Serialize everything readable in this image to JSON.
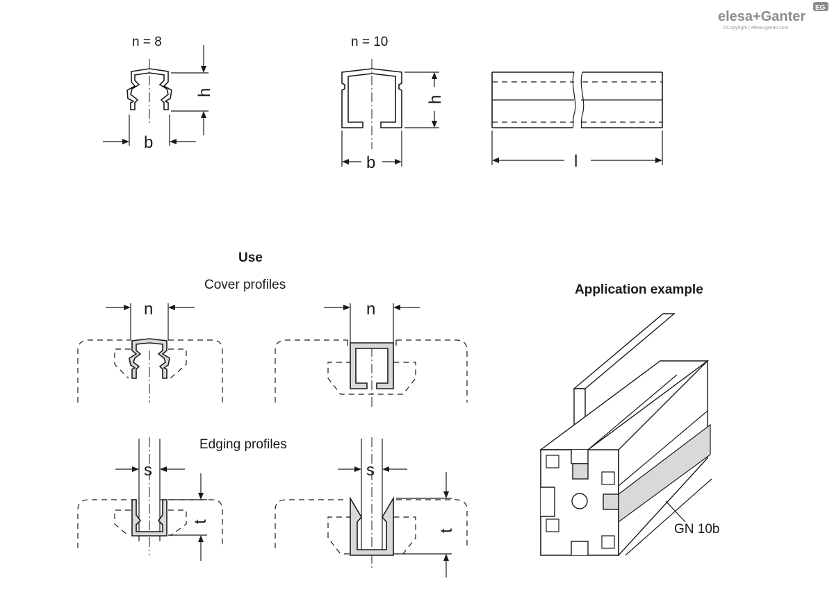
{
  "logo": {
    "brand_text": "elesa+Ganter",
    "badge_text": "EG",
    "copyright": "©Copyright | elesa-ganter.com"
  },
  "dimensions": {
    "n8_label": "n = 8",
    "n10_label": "n = 10",
    "b": "b",
    "h": "h",
    "l": "l",
    "n": "n",
    "s": "s",
    "t": "t"
  },
  "section_use": {
    "title": "Use",
    "cover_profiles": "Cover profiles",
    "edging_profiles": "Edging profiles"
  },
  "application": {
    "title": "Application example",
    "callout": "GN 10b"
  }
}
